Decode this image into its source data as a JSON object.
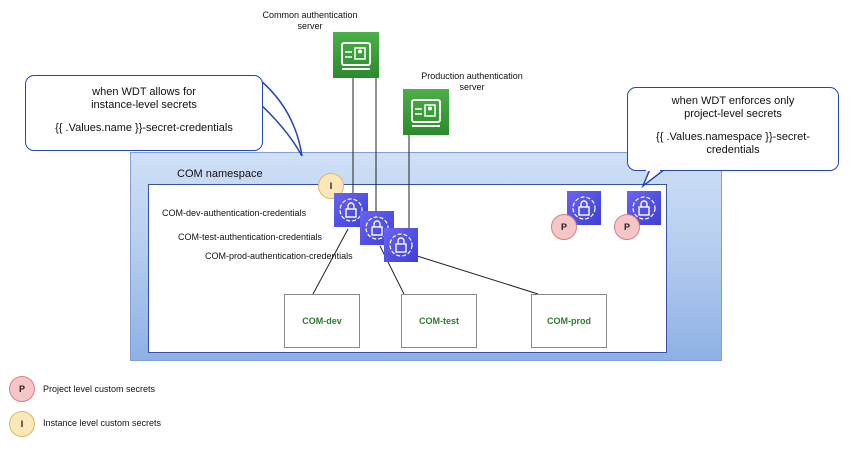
{
  "servers": {
    "common_label": "Common authentication server",
    "production_label": "Production authentication server"
  },
  "callouts": {
    "instance": {
      "line1": "when WDT allows for",
      "line2": "instance-level secrets",
      "line3": "{{ .Values.name }}-secret-credentials"
    },
    "project": {
      "line1": "when WDT enforces only",
      "line2": "project-level secrets",
      "line3": "{{ .Values.namespace }}-secret-",
      "line4": "credentials"
    }
  },
  "namespace": {
    "title": "COM namespace"
  },
  "secrets": {
    "dev": "COM-dev-authentication-credentials",
    "test": "COM-test-authentication-credentials",
    "prod": "COM-prod-authentication-credentials"
  },
  "apps": {
    "dev": "COM-dev",
    "test": "COM-test",
    "prod": "COM-prod"
  },
  "badges": {
    "project_letter": "P",
    "instance_letter": "I"
  },
  "legend": {
    "project": "Project level custom secrets",
    "instance": "Instance level custom secrets"
  },
  "colors": {
    "server_green": "#2c8a2c",
    "secret_blue": "#3c3fd6",
    "callout_border": "#2346b8",
    "namespace_border": "#3650a8",
    "app_text": "#2e7a2e"
  },
  "icons": {
    "server": "identity-card-icon",
    "secret": "lock-secret-icon"
  }
}
